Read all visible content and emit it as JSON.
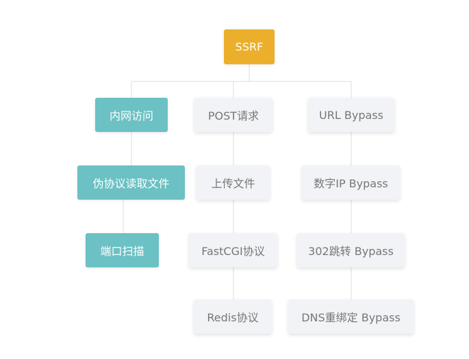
{
  "colors": {
    "root": "#ecaf2b",
    "highlight": "#6bc1c3",
    "default": "#f2f3f6",
    "line": "#dcdcdc"
  },
  "root": {
    "label": "SSRF"
  },
  "branches": [
    {
      "label": "内网访问",
      "children": [
        {
          "label": "伪协议读取文件"
        },
        {
          "label": "端口扫描"
        }
      ]
    },
    {
      "label": "POST请求",
      "children": [
        {
          "label": "上传文件"
        },
        {
          "label": "FastCGI协议"
        },
        {
          "label": "Redis协议"
        }
      ]
    },
    {
      "label": "URL Bypass",
      "children": [
        {
          "label": "数字IP Bypass"
        },
        {
          "label": "302跳转 Bypass"
        },
        {
          "label": "DNS重绑定 Bypass"
        }
      ]
    }
  ]
}
